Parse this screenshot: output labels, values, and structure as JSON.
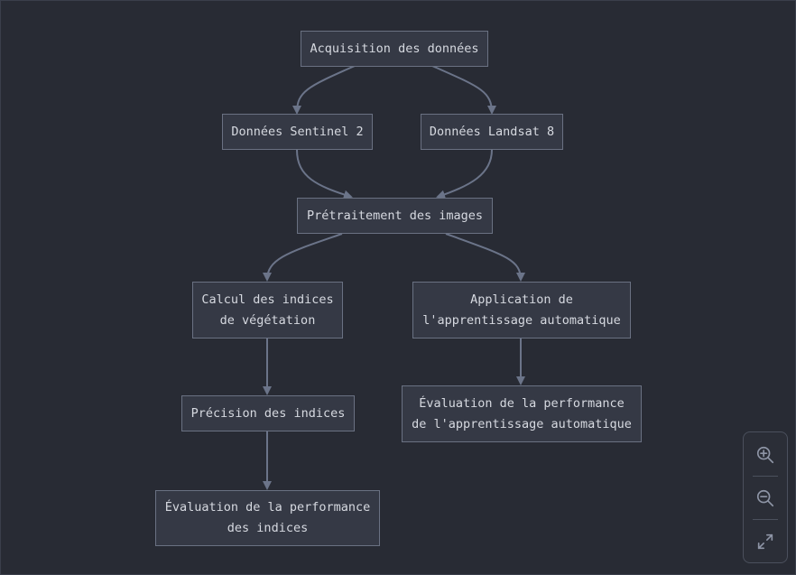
{
  "diagram": {
    "nodes": {
      "acquisition": "Acquisition des données",
      "sentinel": "Données Sentinel 2",
      "landsat": "Données Landsat 8",
      "preprocessing": "Prétraitement des images",
      "indices_line1": "Calcul des indices",
      "indices_line2": "de végétation",
      "ml_line1": "Application de",
      "ml_line2": "l'apprentissage automatique",
      "precision": "Précision des indices",
      "eval_ml_line1": "Évaluation de la performance",
      "eval_ml_line2": "de l'apprentissage automatique",
      "eval_indices_line1": "Évaluation de la performance",
      "eval_indices_line2": "des indices"
    },
    "edges": [
      [
        "acquisition",
        "sentinel"
      ],
      [
        "acquisition",
        "landsat"
      ],
      [
        "sentinel",
        "preprocessing"
      ],
      [
        "landsat",
        "preprocessing"
      ],
      [
        "preprocessing",
        "indices"
      ],
      [
        "preprocessing",
        "ml"
      ],
      [
        "indices",
        "precision"
      ],
      [
        "precision",
        "eval_indices"
      ],
      [
        "ml",
        "eval_ml"
      ]
    ]
  },
  "controls": {
    "zoom_in_icon": "zoom-in-icon",
    "zoom_out_icon": "zoom-out-icon",
    "fit_icon": "expand-icon"
  },
  "colors": {
    "background": "#282b34",
    "node_fill": "#353945",
    "node_border": "#6a7182",
    "edge": "#6b7489",
    "text": "#d6d9e0"
  }
}
